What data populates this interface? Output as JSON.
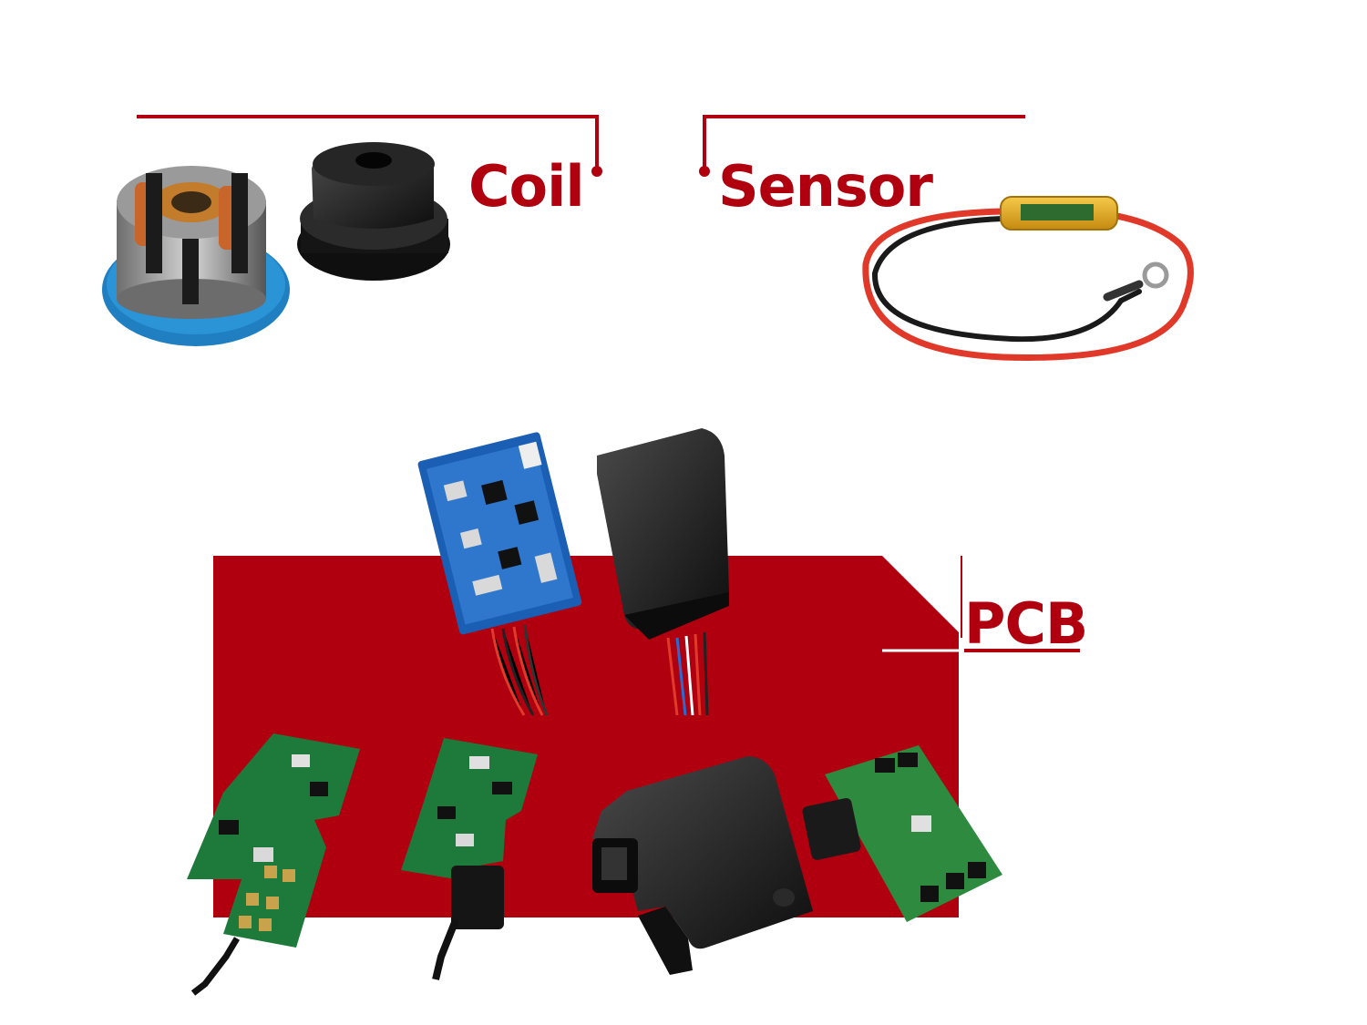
{
  "labels": {
    "coil": "Coil",
    "sensor": "Sensor",
    "pcb": "PCB"
  },
  "colors": {
    "accent": "#b0000f",
    "pcb_green": "#1d7a3a",
    "pcb_blue": "#1a5fb4",
    "housing_black": "#1e1e1e"
  },
  "icons": {
    "coil_product": "coil-assembly-icon",
    "coil_cap": "rubber-cap-icon",
    "sensor_product": "wired-sensor-icon",
    "pcb_blue": "blue-pcb-icon",
    "pcb_potted": "potted-module-icon",
    "pcb_green_a": "green-pcb-icon",
    "pcb_green_b": "green-pcb-icon",
    "pcb_housing": "black-housing-icon",
    "pcb_connector": "connector-pcb-icon"
  }
}
